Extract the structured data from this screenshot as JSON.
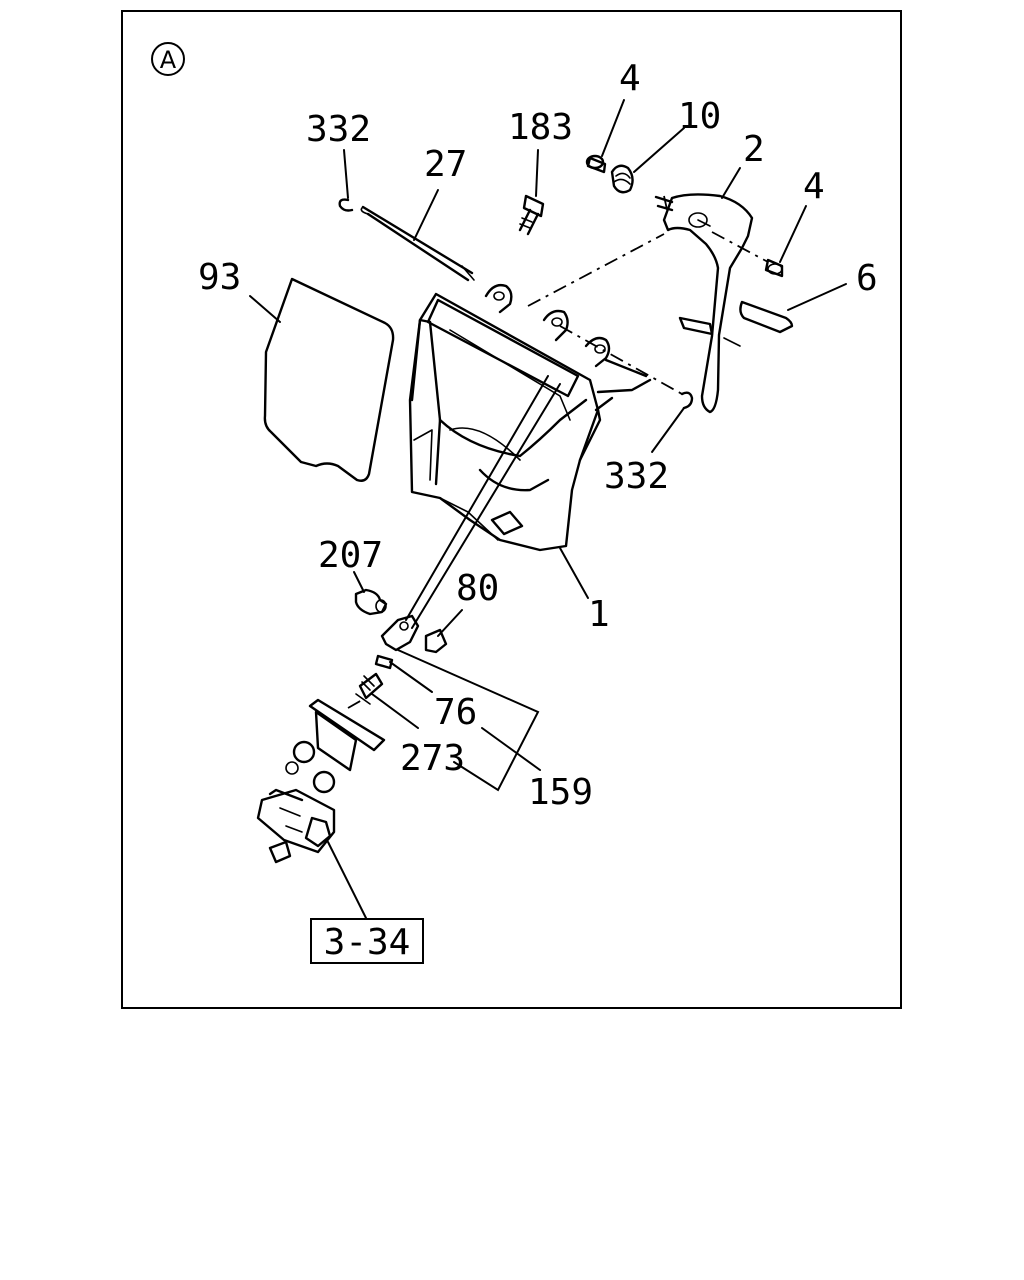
{
  "view_marker": "A",
  "callouts": {
    "p332_top": "332",
    "p27": "27",
    "p183": "183",
    "p4_top": "4",
    "p10": "10",
    "p2": "2",
    "p4_right": "4",
    "p93": "93",
    "p6": "6",
    "p332_right": "332",
    "p207": "207",
    "p80": "80",
    "p1": "1",
    "p76": "76",
    "p273": "273",
    "p159": "159"
  },
  "reference_box": "3-34"
}
